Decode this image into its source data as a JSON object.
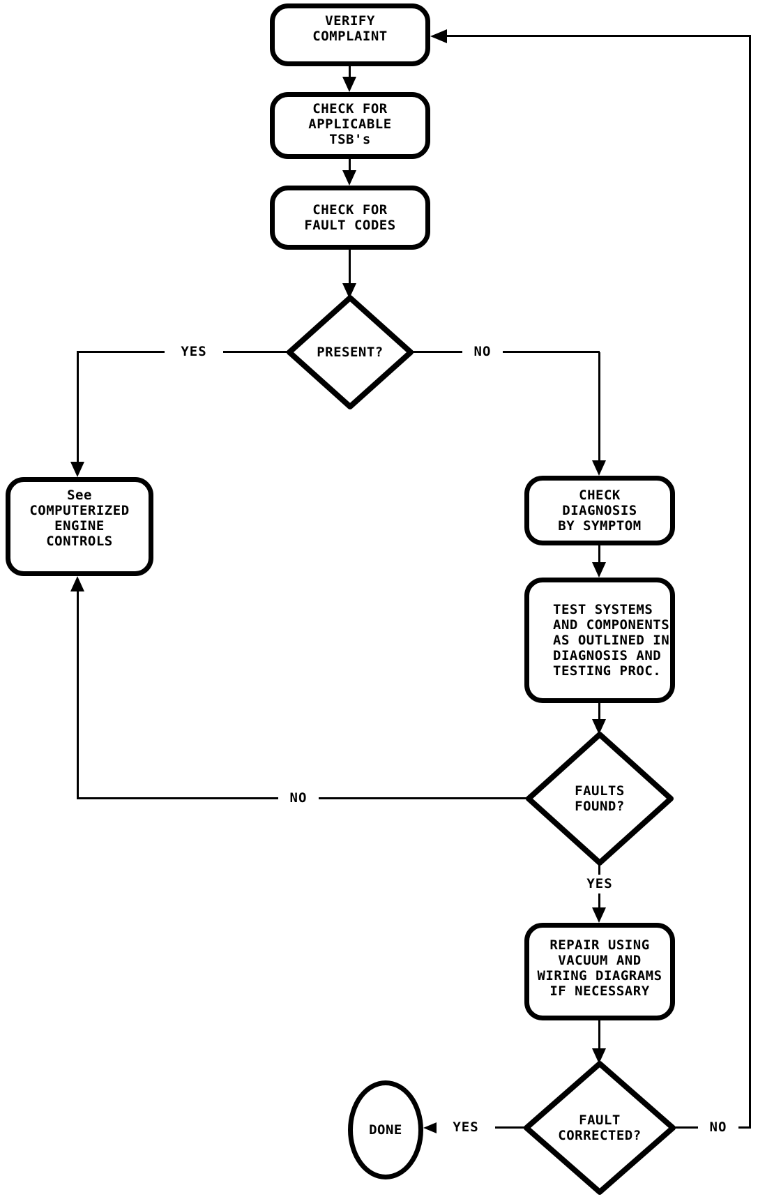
{
  "flowchart": {
    "background": "#ffffff",
    "ink": "#000000",
    "nodes": {
      "verify_complaint": {
        "type": "process",
        "label": "VERIFY\nCOMPLAINT"
      },
      "check_tsbs": {
        "type": "process",
        "label": "CHECK FOR\nAPPLICABLE\nTSB's"
      },
      "check_fault_codes": {
        "type": "process",
        "label": "CHECK FOR\nFAULT CODES"
      },
      "present": {
        "type": "decision",
        "label": "PRESENT?"
      },
      "computerized_engine_controls": {
        "type": "process",
        "label": "See\nCOMPUTERIZED\nENGINE\nCONTROLS"
      },
      "check_diagnosis_by_symptom": {
        "type": "process",
        "label": "CHECK\nDIAGNOSIS\nBY SYMPTOM"
      },
      "test_systems": {
        "type": "process",
        "label": "TEST SYSTEMS\nAND COMPONENTS\nAS OUTLINED IN\nDIAGNOSIS AND\nTESTING PROC."
      },
      "faults_found": {
        "type": "decision",
        "label": "FAULTS\nFOUND?"
      },
      "repair": {
        "type": "process",
        "label": "REPAIR USING\nVACUUM AND\nWIRING DIAGRAMS\nIF NECESSARY"
      },
      "fault_corrected": {
        "type": "decision",
        "label": "FAULT\nCORRECTED?"
      },
      "done": {
        "type": "terminal",
        "label": "DONE"
      }
    },
    "edges": {
      "present_yes_label": "YES",
      "present_no_label": "NO",
      "faults_found_no_label": "NO",
      "faults_found_yes_label": "YES",
      "fault_corrected_yes_label": "YES",
      "fault_corrected_no_label": "NO"
    }
  }
}
